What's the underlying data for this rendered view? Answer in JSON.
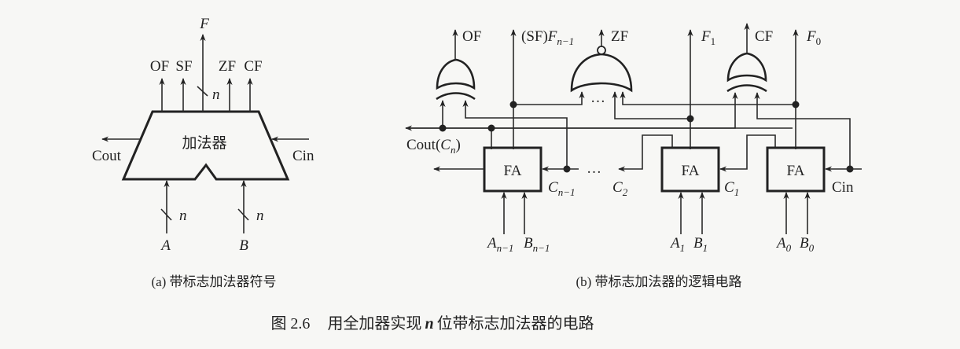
{
  "figure_title": {
    "number": "图 2.6",
    "text_before": "用全加器实现",
    "var": "n",
    "text_after": "位带标志加法器的电路"
  },
  "part_a": {
    "caption": "(a) 带标志加法器符号",
    "block_label": "加法器",
    "outputs": [
      "OF",
      "SF",
      "ZF",
      "CF"
    ],
    "result_output": "F",
    "bus_width": "n",
    "carry_out": "Cout",
    "carry_in": "Cin",
    "inputs": [
      "A",
      "B"
    ]
  },
  "part_b": {
    "caption": "(b) 带标志加法器的逻辑电路",
    "fa_label": "FA",
    "outputs": {
      "of": "OF",
      "sf_prefix": "(SF)",
      "f_high": "F",
      "f_high_sub": "n−1",
      "zf": "ZF",
      "f1": "F",
      "f1_sub": "1",
      "cf": "CF",
      "f0": "F",
      "f0_sub": "0"
    },
    "cout": "Cout(",
    "cout_var": "C",
    "cout_sub": "n",
    "cout_close": ")",
    "carries": [
      {
        "var": "C",
        "sub": "n−1"
      },
      {
        "var": "C",
        "sub": "2"
      },
      {
        "var": "C",
        "sub": "1"
      }
    ],
    "cin": "Cin",
    "inputs": [
      {
        "a": "A",
        "a_sub": "n−1",
        "b": "B",
        "b_sub": "n−1"
      },
      {
        "a": "A",
        "a_sub": "1",
        "b": "B",
        "b_sub": "1"
      },
      {
        "a": "A",
        "a_sub": "0",
        "b": "B",
        "b_sub": "0"
      }
    ],
    "ellipsis": "…"
  }
}
